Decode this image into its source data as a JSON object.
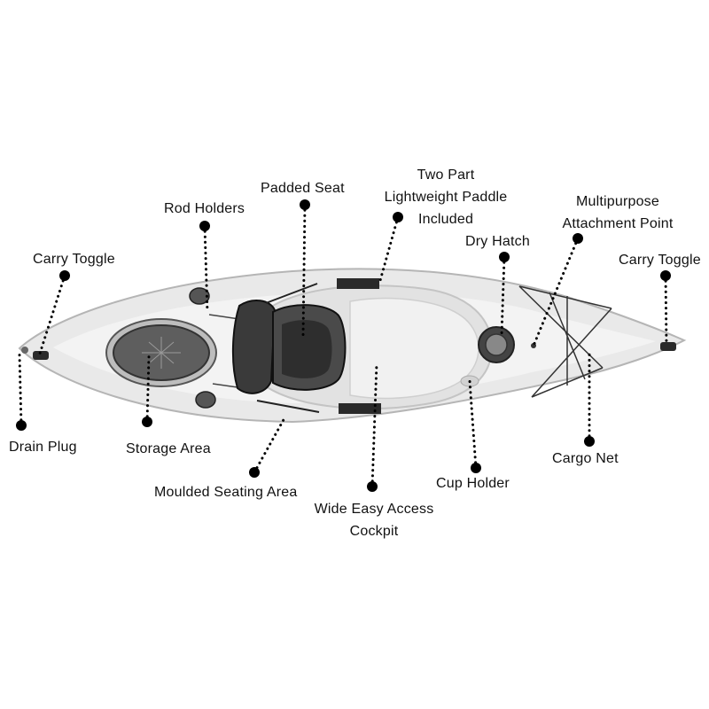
{
  "colors": {
    "hull": "#e9e9e9",
    "hull_outline": "#b5b5b5",
    "dark": "#2a2a2a",
    "leader": "#000000",
    "text": "#111111"
  },
  "labels": {
    "carry_toggle_left": "Carry Toggle",
    "rod_holders": "Rod Holders",
    "padded_seat": "Padded Seat",
    "paddle_line1": "Two Part",
    "paddle_line2": "Lightweight Paddle",
    "paddle_line3": "Included",
    "dry_hatch": "Dry Hatch",
    "attach_line1": "Multipurpose",
    "attach_line2": "Attachment Point",
    "carry_toggle_right": "Carry Toggle",
    "drain_plug": "Drain Plug",
    "storage_area": "Storage Area",
    "moulded_seating": "Moulded Seating Area",
    "cockpit_line1": "Wide Easy Access",
    "cockpit_line2": "Cockpit",
    "cup_holder": "Cup Holder",
    "cargo_net": "Cargo Net"
  },
  "icons": {
    "leader_marker": "dot-icon",
    "kayak": "kayak-illustration"
  }
}
